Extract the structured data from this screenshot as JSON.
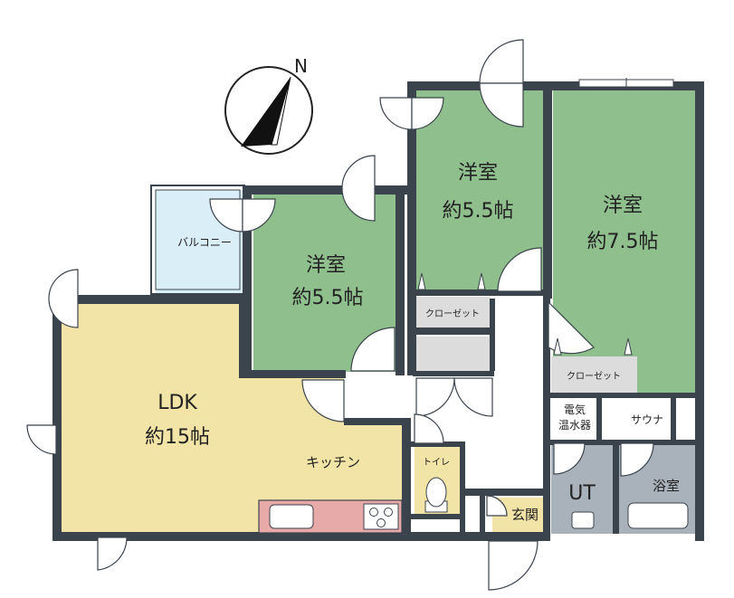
{
  "compass": {
    "north_label": "N"
  },
  "rooms": {
    "western1": {
      "name": "洋室",
      "size": "約5.5帖"
    },
    "western2": {
      "name": "洋室",
      "size": "約5.5帖"
    },
    "western3": {
      "name": "洋室",
      "size": "約7.5帖"
    },
    "ldk": {
      "name": "LDK",
      "size": "約15帖"
    },
    "kitchen": "キッチン",
    "balcony": "バルコニー",
    "closet1": "クローゼット",
    "closet2": "クローゼット",
    "toilet": "トイレ",
    "entrance": "玄関",
    "water_heater": [
      "電気",
      "温水器"
    ],
    "sauna": "サウナ",
    "utility": "UT",
    "bathroom": "浴室"
  },
  "colors": {
    "wall": "#3b434d",
    "western_room": "#8fbf8d",
    "ldk": "#f2e3a6",
    "balcony": "#d9eef7",
    "kitchen_counter": "#e8a9a9",
    "wet_area": "#a9b1ba",
    "toilet": "#f2e3a6",
    "closet": "#dcdcdc"
  }
}
